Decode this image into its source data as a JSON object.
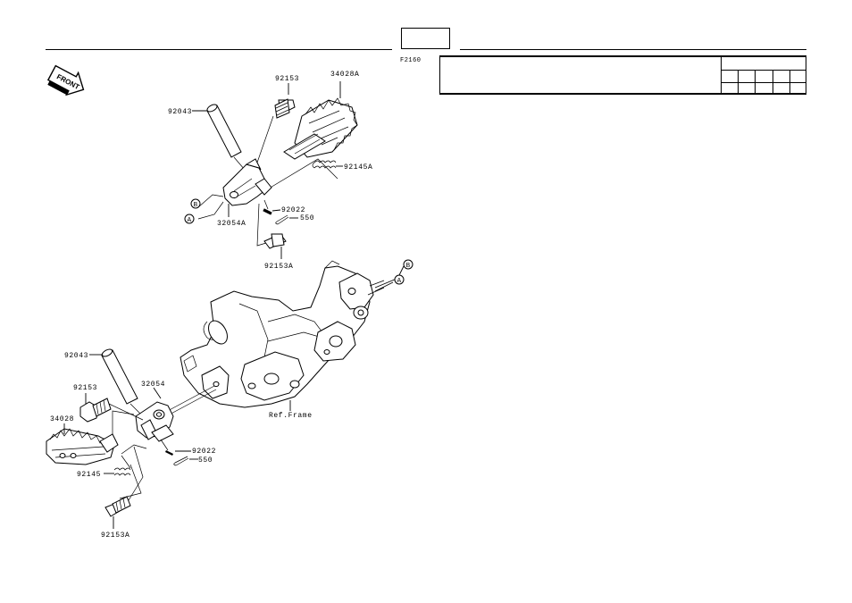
{
  "header": {
    "page_box_text": "",
    "figure_code": "F2160"
  },
  "front_badge": "FRONT",
  "callouts": {
    "B": "B",
    "A": "A"
  },
  "labels": {
    "p92153_top": "92153",
    "p34028A": "34028A",
    "p92043_top": "92043",
    "p92145A": "92145A",
    "p32054A": "32054A",
    "p92022_top": "92022",
    "p550_top": "550",
    "p92153A_top": "92153A",
    "p92043_bot": "92043",
    "p32054": "32054",
    "p92153_bot": "92153",
    "p34028": "34028",
    "ref_frame": "Ref.Frame",
    "p92022_bot": "92022",
    "p550_bot": "550",
    "p92145": "92145",
    "p92153A_bot": "92153A"
  }
}
